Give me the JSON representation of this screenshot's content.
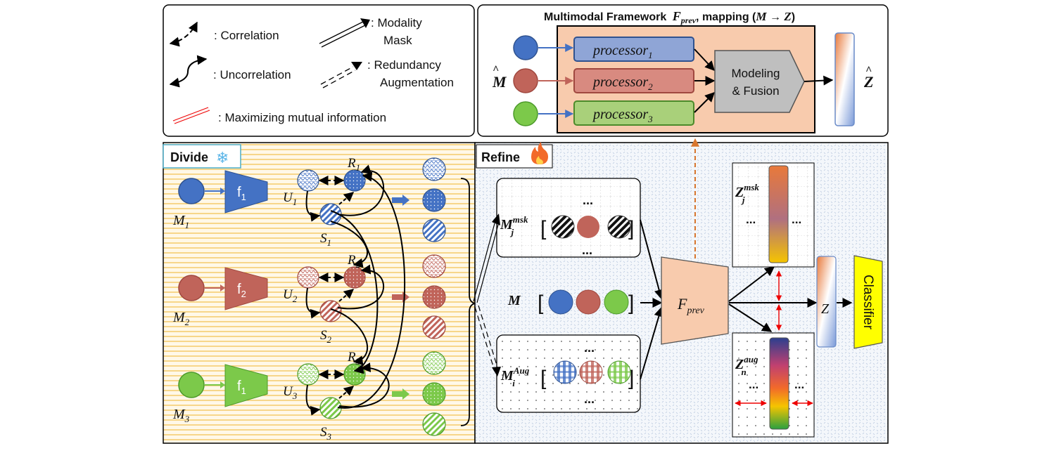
{
  "legend": {
    "correlation": ": Correlation",
    "uncorrelation": ": Uncorrelation",
    "modality_mask_1": ": Modality",
    "modality_mask_2": "Mask",
    "redundancy_1": ": Redundancy",
    "redundancy_2": "Augmentation",
    "mutual_info": ": Maximizing mutual information"
  },
  "framework": {
    "title": "Multimodal Framework",
    "title_sym": "F",
    "title_sub": "prev",
    "title_map": ", mapping (",
    "title_m": "M",
    "title_arrow": " → ",
    "title_z": "Z",
    "title_close": ")",
    "input_label": "M",
    "output_label": "Z",
    "processor_text": "processor",
    "processors": [
      "1",
      "2",
      "3"
    ],
    "fusion_1": "Modeling",
    "fusion_2": "& Fusion"
  },
  "divide": {
    "title": "Divide",
    "icon": "snowflake-icon",
    "rows": [
      {
        "m": "M",
        "sub": "1",
        "f": "f",
        "fsub": "1",
        "u": "U",
        "s": "S",
        "r": "R",
        "idx": "1",
        "color": "#4472C4"
      },
      {
        "m": "M",
        "sub": "2",
        "f": "f",
        "fsub": "2",
        "u": "U",
        "s": "S",
        "r": "R",
        "idx": "2",
        "color": "#C0645A"
      },
      {
        "m": "M",
        "sub": "3",
        "f": "f",
        "fsub": "1",
        "u": "U",
        "s": "S",
        "r": "R",
        "idx": "3",
        "color": "#7CC94A"
      }
    ]
  },
  "refine": {
    "title": "Refine",
    "icon": "fire-icon",
    "msk_base": "M",
    "msk_sub": "j",
    "msk_sup": "msk",
    "m_label": "M",
    "aug_base": "M",
    "aug_sub": "i",
    "aug_sup": "Aug",
    "fprev": "F",
    "fprev_sub": "prev",
    "zmsk_base": "Z",
    "zmsk_sub": "j",
    "zmsk_sup": "msk",
    "zaug_base": "Z",
    "zaug_sub": "n",
    "zaug_sup": "aug",
    "z_label": "Z",
    "classifier": "Classifier",
    "ellipsis": "..."
  },
  "colors": {
    "blue": "#4472C4",
    "red": "#C0645A",
    "green": "#7CC94A",
    "proc_blue": "#8FA5D6",
    "proc_red": "#D88A80",
    "proc_green": "#A9D07A",
    "framework_bg": "#F8CBAD",
    "fusion_gray": "#BFBFBF",
    "classifier": "#FFFF00"
  }
}
